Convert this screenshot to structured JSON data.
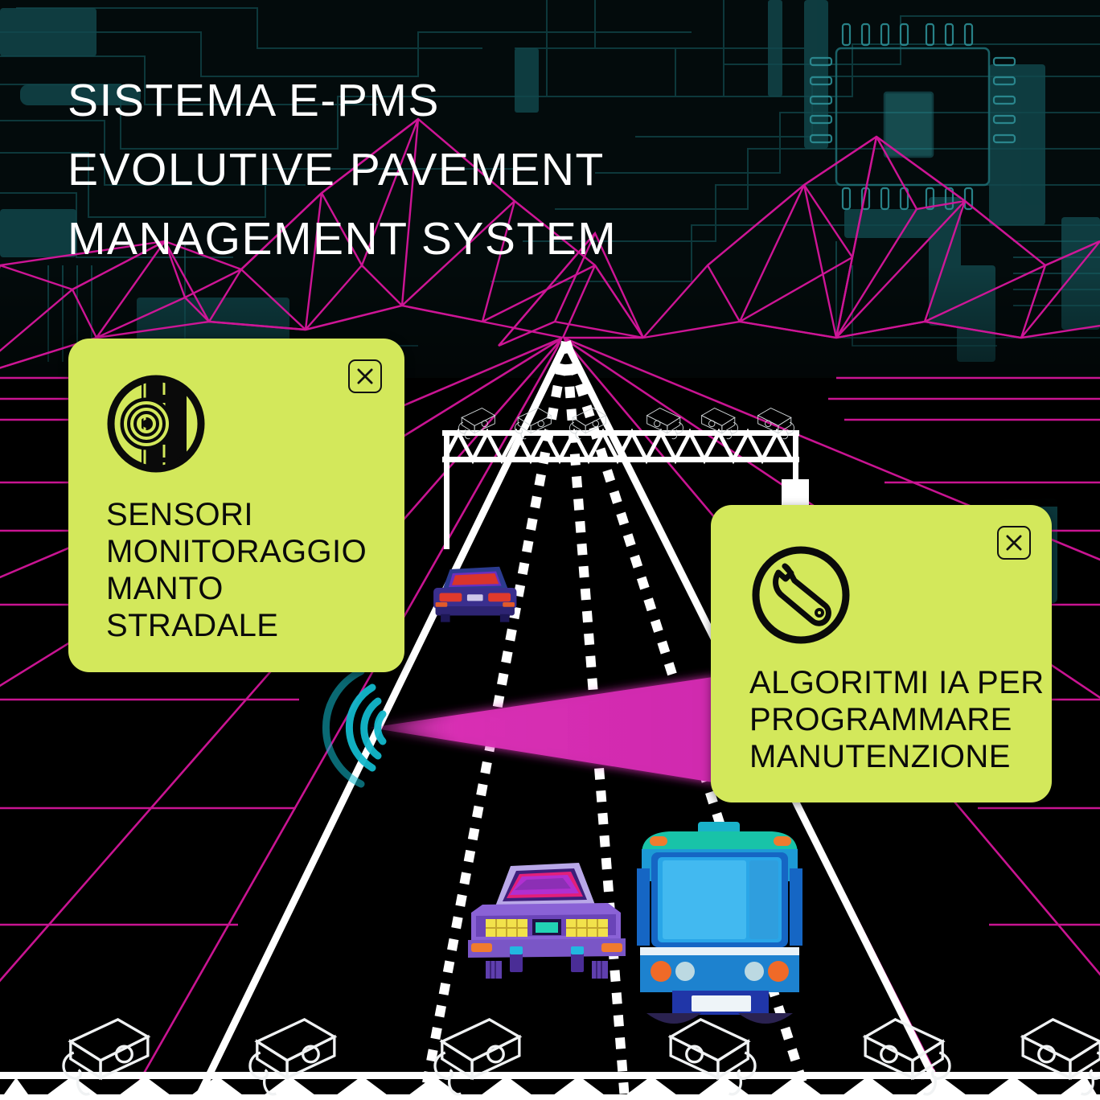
{
  "title": {
    "line1": "SISTEMA E-PMS",
    "line2": "EVOLUTIVE PAVEMENT",
    "line3": "MANAGEMENT SYSTEM"
  },
  "cards": [
    {
      "id": "sensors",
      "text": "SENSORI\nMONITORAGGIO\nMANTO\nSTRADALE",
      "icon": "road-sensor-icon",
      "close_label": "×",
      "bg_color": "#d3e85b",
      "text_color": "#0a0a0a"
    },
    {
      "id": "ai",
      "text": "ALGORITMI IA PER\nPROGRAMMARE\nMANUTENZIONE",
      "icon": "wrench-icon",
      "close_label": "×",
      "bg_color": "#d3e85b",
      "text_color": "#0a0a0a"
    }
  ],
  "scene": {
    "description": "Retro-futuristic highway at night seen in perspective",
    "vehicles": [
      {
        "name": "blue-sedan-far",
        "color": "#3b3fa0"
      },
      {
        "name": "purple-sports-car",
        "color": "#7d55cf"
      },
      {
        "name": "blue-bus",
        "color": "#1b7fd4"
      }
    ],
    "sensor_beam_color": "#cc32a8",
    "sensor_ring_color": "#12d6e6",
    "mountain_color": "#d4169a",
    "grid_color": "#d4169a",
    "road_marking_color": "#ffffff",
    "circuit_color": "#0e3a3d",
    "background_color": "#000000",
    "camera_count_top_gantry": 6,
    "camera_count_bottom_gantry": 6
  }
}
